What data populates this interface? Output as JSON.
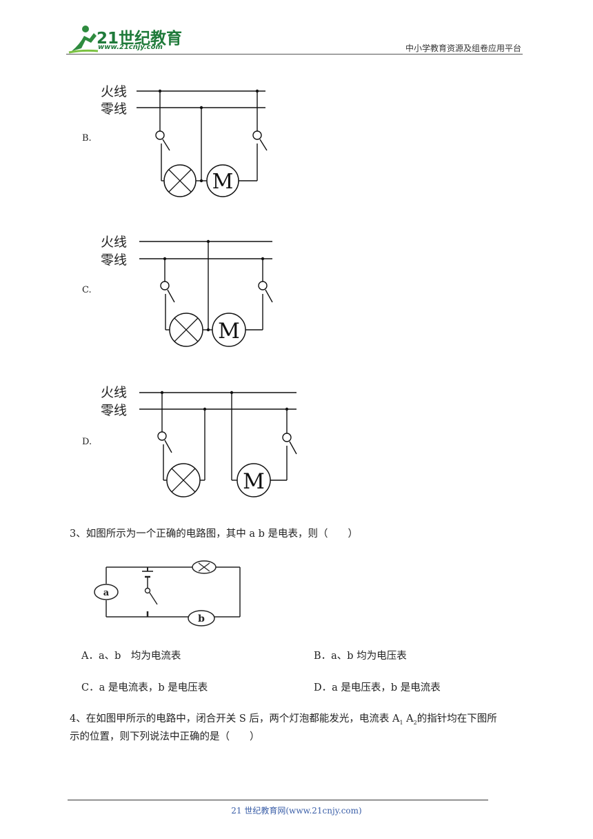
{
  "header": {
    "logo_text": "21世纪教育",
    "logo_url": "www.21cnjy.com",
    "right_text": "中小学教育资源及组卷应用平台"
  },
  "diagram_labels": {
    "live_wire": "火线",
    "neutral_wire": "零线",
    "motor": "M"
  },
  "options_circuits": [
    {
      "letter": "B."
    },
    {
      "letter": "C."
    },
    {
      "letter": "D."
    }
  ],
  "question3": {
    "text": "3、如图所示为一个正确的电路图，其中 a b 是电表，则（　　）",
    "meter_a": "a",
    "meter_b": "b",
    "choices": {
      "A": "A．a、b　均为电流表",
      "B": "B．a、b 均为电压表",
      "C": "C．a 是电流表，b 是电压表",
      "D": "D．a 是电压表，b 是电流表"
    }
  },
  "question4": {
    "text_part1": "4、在如图甲所示的电路中，闭合开关 S 后，两个灯泡都能发光，电流表 A",
    "sub1": "1",
    "mid": " A",
    "sub2": "2",
    "text_part2": "的指针均在下图所",
    "line2": "示的位置，则下列说法中正确的是（　　）"
  },
  "footer": {
    "text": "21 世纪教育网(www.21cnjy.com)"
  }
}
